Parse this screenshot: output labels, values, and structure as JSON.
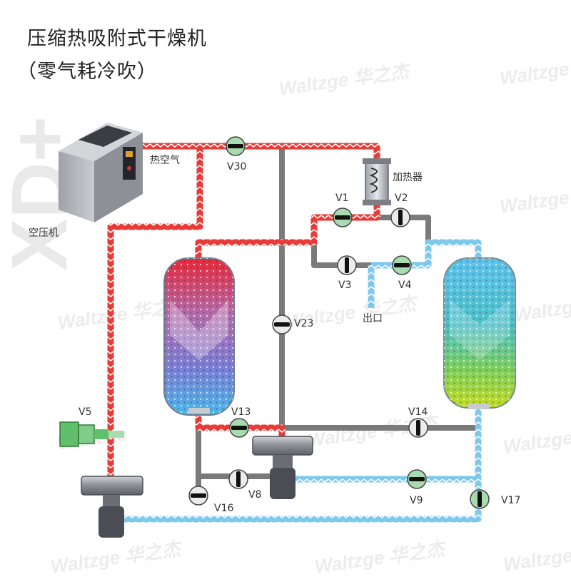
{
  "title": "压缩热吸附式干燥机",
  "subtitle": "（零气耗冷吹）",
  "watermark": {
    "brand": "Waltzge",
    "brand_cn": "华之杰",
    "model": "XD+"
  },
  "components": {
    "compressor": "空压机",
    "hot_air": "热空气",
    "heater": "加热器",
    "outlet": "出口"
  },
  "valves": {
    "V30": "V30",
    "V1": "V1",
    "V2": "V2",
    "V3": "V3",
    "V4": "V4",
    "V23": "V23",
    "V5": "V5",
    "V13": "V13",
    "V14": "V14",
    "V8": "V8",
    "V9": "V9",
    "V16": "V16",
    "V17": "V17"
  },
  "colors": {
    "hot_pipe": "#e83a36",
    "cold_pipe": "#7ec8ee",
    "idle_pipe": "#7a7a7a",
    "valve_body": "#a8dcb0",
    "tower_hot_top": "#e8283a",
    "tower_hot_bottom": "#4cb8e8",
    "tower_cold_top": "#5ec3ee",
    "tower_cold_bottom": "#b5d92a"
  }
}
